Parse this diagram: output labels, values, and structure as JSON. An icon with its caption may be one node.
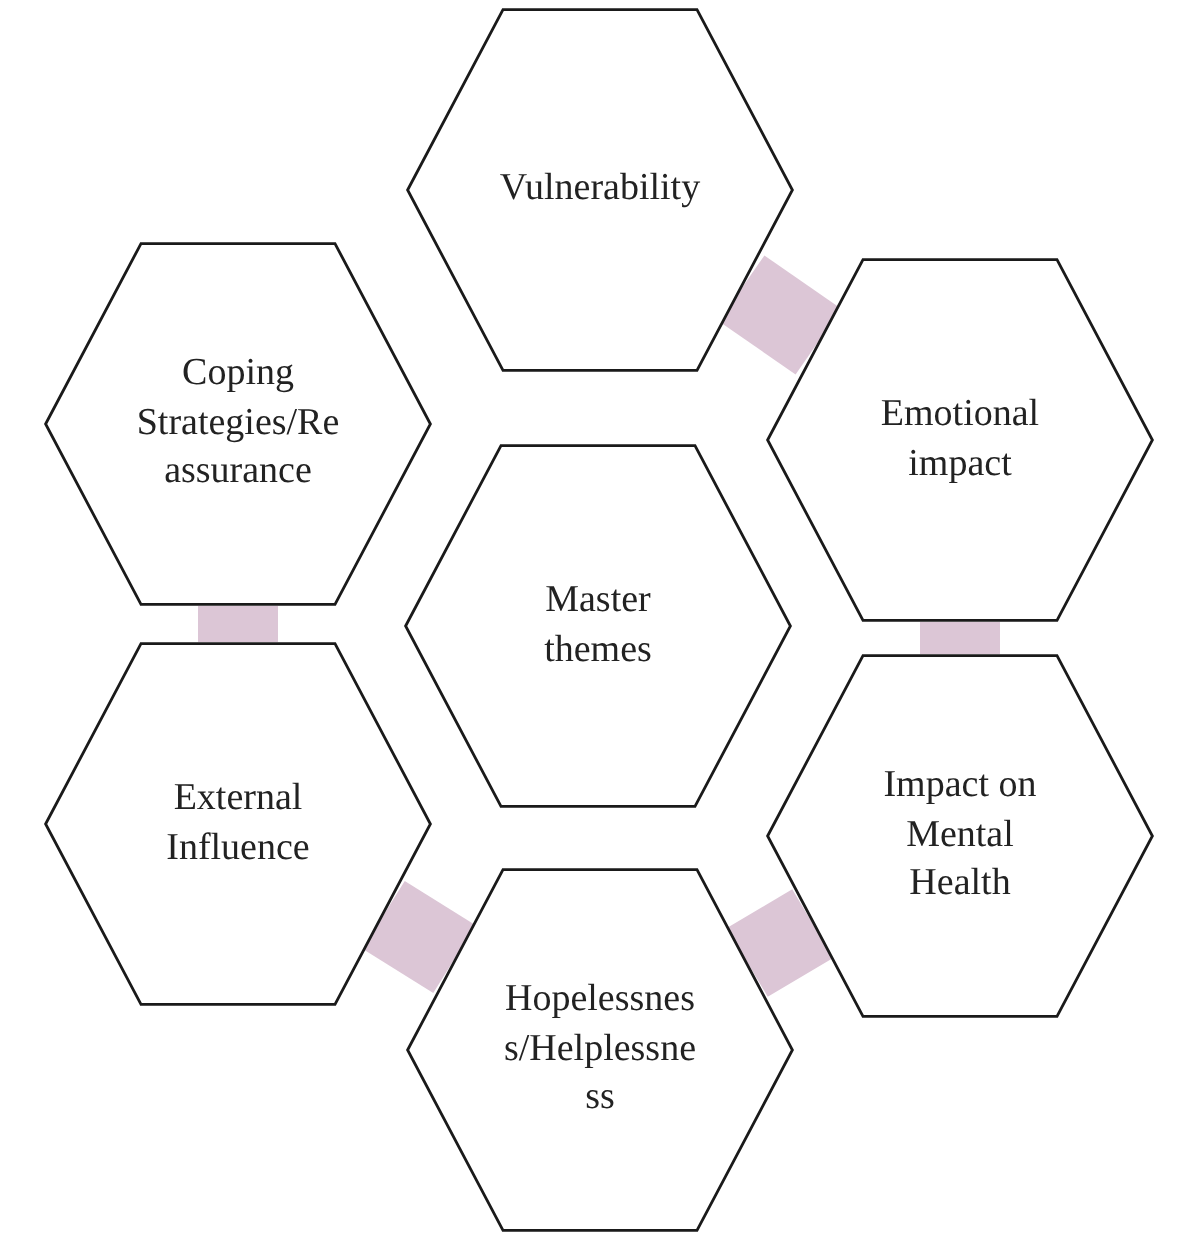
{
  "diagram": {
    "nodes": [
      {
        "text": [
          "Vulnerability"
        ]
      },
      {
        "text": [
          "Coping Strategies/Re assurance"
        ]
      },
      {
        "text": [
          "Emotional impact"
        ]
      },
      {
        "text": [
          "Master themes"
        ]
      },
      {
        "text": [
          "External Influence"
        ]
      },
      {
        "text": [
          "Impact on Mental Health"
        ]
      },
      {
        "text": [
          "Hopelessnes s/Helplessne ss"
        ]
      }
    ],
    "edges": [
      {
        "from": 0,
        "to": 2,
        "arrow": "none",
        "color": "#dcc6d6"
      },
      {
        "from": 2,
        "to": 5,
        "arrow": "none",
        "color": "#dcc6d6"
      },
      {
        "from": 5,
        "to": 6,
        "arrow": "none",
        "color": "#dcc6d6"
      },
      {
        "from": 6,
        "to": 4,
        "arrow": "none",
        "color": "#dcc6d6"
      },
      {
        "from": 4,
        "to": 1,
        "arrow": "none",
        "color": "#dcc6d6"
      }
    ]
  }
}
